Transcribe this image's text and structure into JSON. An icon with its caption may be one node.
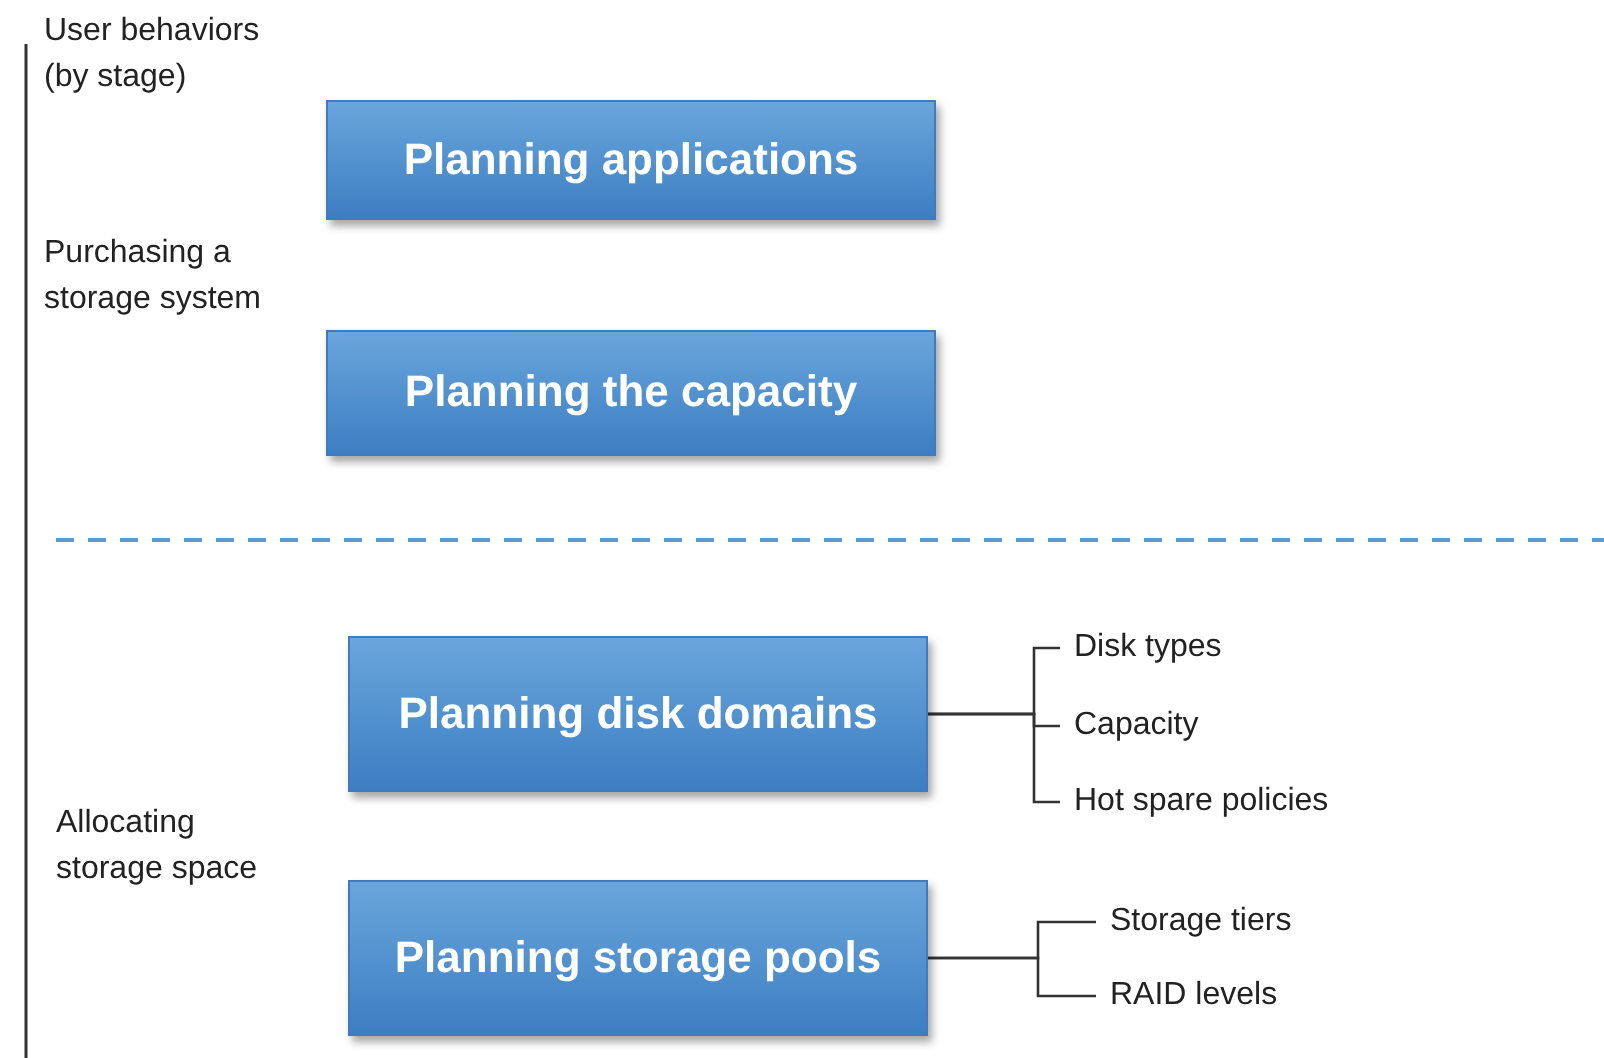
{
  "diagram": {
    "nodes": [
      {
        "text": [
          "Planning applications"
        ]
      },
      {
        "text": [
          "Planning the capacity"
        ]
      },
      {
        "text": [
          "Planning disk domains"
        ]
      },
      {
        "text": [
          "Disk types"
        ]
      },
      {
        "text": [
          "Capacity"
        ]
      },
      {
        "text": [
          "Hot spare policies"
        ]
      },
      {
        "text": [
          "Planning storage pools"
        ]
      },
      {
        "text": [
          "Storage tiers"
        ]
      },
      {
        "text": [
          "RAID levels"
        ]
      }
    ],
    "edges": [
      {
        "from": 2,
        "to": 3,
        "arrow": "none"
      },
      {
        "from": 2,
        "to": 4,
        "arrow": "none"
      },
      {
        "from": 2,
        "to": 5,
        "arrow": "none"
      },
      {
        "from": 6,
        "to": 7,
        "arrow": "none"
      },
      {
        "from": 6,
        "to": 8,
        "arrow": "none"
      }
    ],
    "labels": [
      "User behaviors (by stage)",
      "Purchasing a storage system",
      "Allocating storage space"
    ]
  }
}
